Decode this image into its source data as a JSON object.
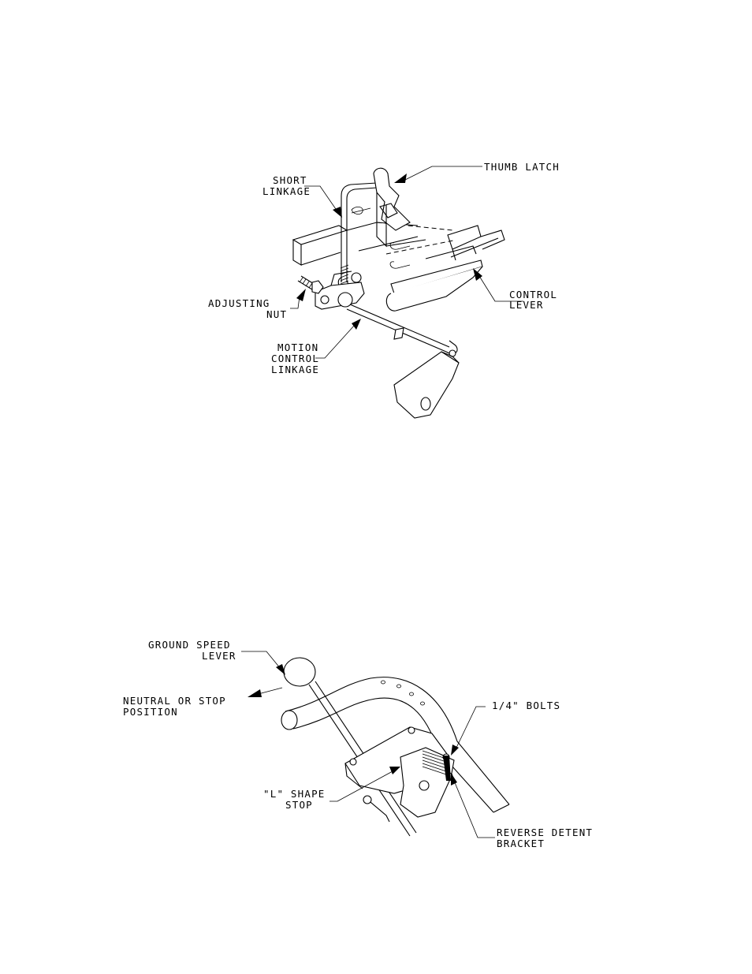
{
  "figure1": {
    "labels": {
      "thumb_latch": "THUMB LATCH",
      "short_linkage_1": "SHORT",
      "short_linkage_2": "LINKAGE",
      "adjusting_nut_1": "ADJUSTING",
      "adjusting_nut_2": "NUT",
      "control_lever_1": "CONTROL",
      "control_lever_2": "LEVER",
      "motion_control_1": "MOTION",
      "motion_control_2": "CONTROL",
      "motion_control_3": "LINKAGE"
    }
  },
  "figure2": {
    "labels": {
      "ground_speed_1": "GROUND SPEED",
      "ground_speed_2": "LEVER",
      "neutral_1": "NEUTRAL OR STOP",
      "neutral_2": "POSITION",
      "bolts": "1/4\" BOLTS",
      "l_shape_1": "\"L\" SHAPE",
      "l_shape_2": "STOP",
      "reverse_1": "REVERSE DETENT",
      "reverse_2": "BRACKET"
    }
  }
}
